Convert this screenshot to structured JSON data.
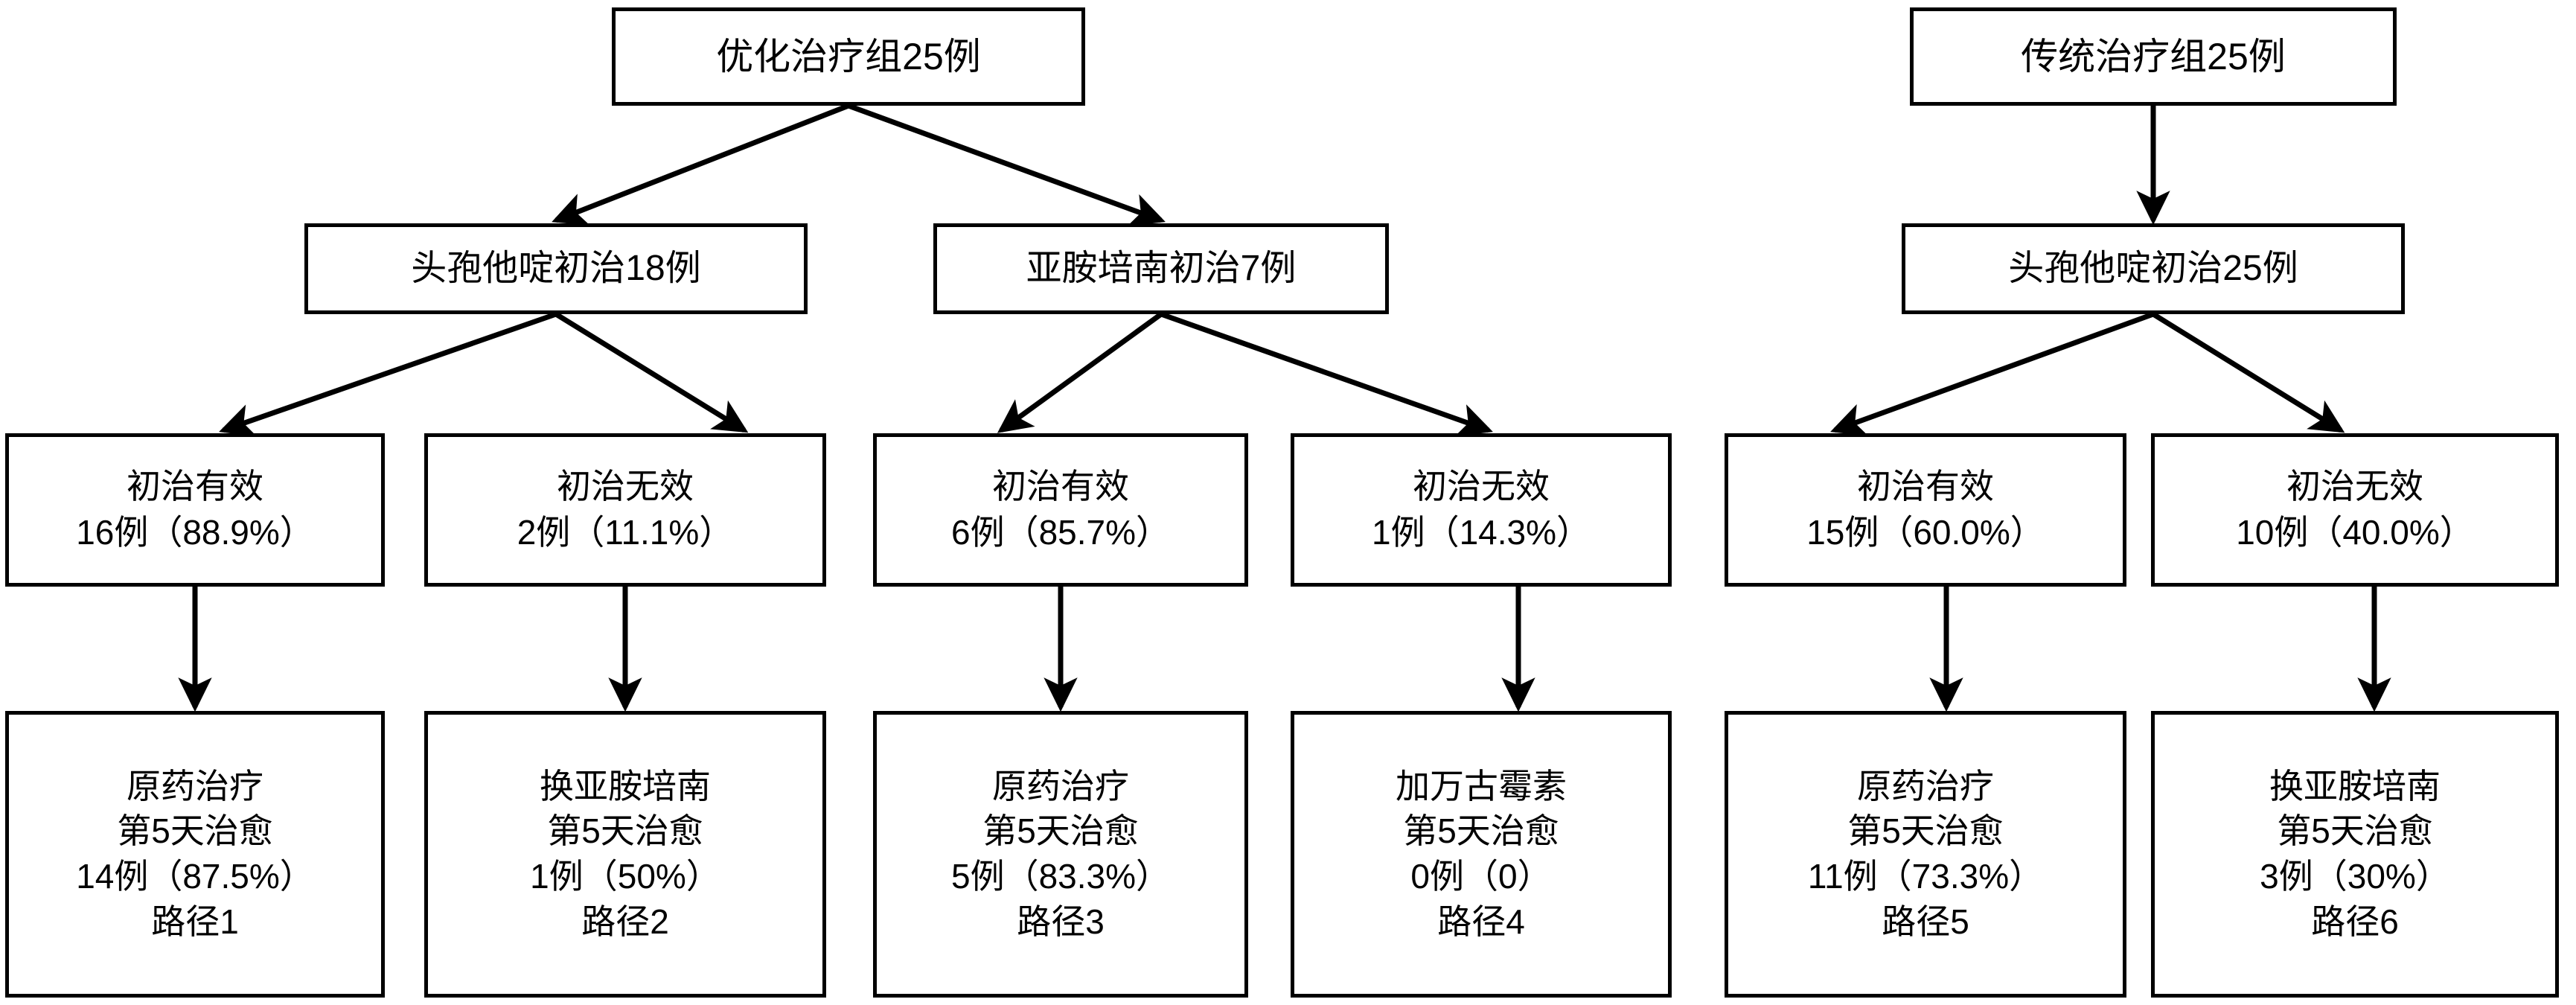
{
  "diagram": {
    "title_hidden": "",
    "stroke_color": "#000000",
    "fill_color": "#ffffff",
    "groups": [
      {
        "id": "optimized",
        "root": {
          "label": "优化治疗组25例"
        },
        "branches": [
          {
            "id": "ceftazidime-18",
            "label": "头孢他啶初治18例",
            "outcomes": [
              {
                "id": "eff-1",
                "line1": "初治有效",
                "line2": "16例（88.9%）",
                "leaf": {
                  "line1": "原药治疗",
                  "line2": "第5天治愈",
                  "line3": "14例（87.5%）",
                  "line4": "路径1"
                }
              },
              {
                "id": "ineff-1",
                "line1": "初治无效",
                "line2": "2例（11.1%）",
                "leaf": {
                  "line1": "换亚胺培南",
                  "line2": "第5天治愈",
                  "line3": "1例（50%）",
                  "line4": "路径2"
                }
              }
            ]
          },
          {
            "id": "imipenem-7",
            "label": "亚胺培南初治7例",
            "outcomes": [
              {
                "id": "eff-2",
                "line1": "初治有效",
                "line2": "6例（85.7%）",
                "leaf": {
                  "line1": "原药治疗",
                  "line2": "第5天治愈",
                  "line3": "5例（83.3%）",
                  "line4": "路径3"
                }
              },
              {
                "id": "ineff-2",
                "line1": "初治无效",
                "line2": "1例（14.3%）",
                "leaf": {
                  "line1": "加万古霉素",
                  "line2": "第5天治愈",
                  "line3": "0例（0）",
                  "line4": "路径4"
                }
              }
            ]
          }
        ]
      },
      {
        "id": "traditional",
        "root": {
          "label": "传统治疗组25例"
        },
        "branches": [
          {
            "id": "ceftazidime-25",
            "label": "头孢他啶初治25例",
            "outcomes": [
              {
                "id": "eff-3",
                "line1": "初治有效",
                "line2": "15例（60.0%）",
                "leaf": {
                  "line1": "原药治疗",
                  "line2": "第5天治愈",
                  "line3": "11例（73.3%）",
                  "line4": "路径5"
                }
              },
              {
                "id": "ineff-3",
                "line1": "初治无效",
                "line2": "10例（40.0%）",
                "leaf": {
                  "line1": "换亚胺培南",
                  "line2": "第5天治愈",
                  "line3": "3例（30%）",
                  "line4": "路径6"
                }
              }
            ]
          }
        ]
      }
    ]
  }
}
